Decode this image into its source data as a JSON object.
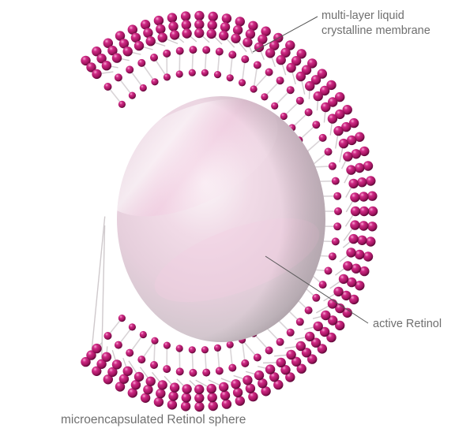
{
  "labels": {
    "membrane_line1": "multi-layer liquid",
    "membrane_line2": "crystalline membrane",
    "core": "active Retinol"
  },
  "caption": "microencapsulated Retinol sphere",
  "colors": {
    "bead_main": "#b0196f",
    "bead_dark": "#6e0a44",
    "bead_highlight": "#f4a3d0",
    "core_light": "#f6f0f4",
    "core_pink": "#ecc6dc",
    "core_grey": "#c9c2c6",
    "leader_line": "#555555",
    "text": "#6f6f6f"
  },
  "icons": {
    "membrane": "lipid-bilayer-shell",
    "core": "retinol-core-sphere"
  }
}
